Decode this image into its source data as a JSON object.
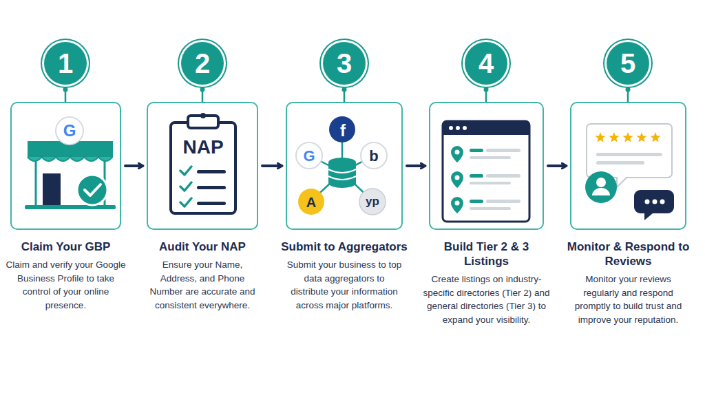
{
  "diagram": {
    "nodes": [
      {
        "text": [
          "1"
        ]
      },
      {
        "text": [
          "Claim Your GBP",
          "Claim and verify your Google Business Profile to take control of your online presence."
        ]
      },
      {
        "text": [
          "2"
        ]
      },
      {
        "text": [
          "Audit Your NAP",
          "Ensure your Name, Address, and Phone Number are accurate and consistent everywhere."
        ]
      },
      {
        "text": [
          "3"
        ]
      },
      {
        "text": [
          "Submit to Aggregators",
          "Submit your business to top data aggregators to distribute your information across major platforms."
        ]
      },
      {
        "text": [
          "4"
        ]
      },
      {
        "text": [
          "Build Tier 2 & 3 Listings",
          "Create listings on industry-specific directories (Tier 2) and general directories (Tier 3) to expand your visibility."
        ]
      },
      {
        "text": [
          "5"
        ]
      },
      {
        "text": [
          "Monitor & Respond to Reviews",
          "Monitor your reviews regularly and respond promptly to build trust and improve your reputation."
        ]
      }
    ],
    "edges": [
      {
        "from": 0,
        "to": 1,
        "arrow": "none"
      },
      {
        "from": 2,
        "to": 3,
        "arrow": "none"
      },
      {
        "from": 4,
        "to": 5,
        "arrow": "none"
      },
      {
        "from": 6,
        "to": 7,
        "arrow": "none"
      },
      {
        "from": 8,
        "to": 9,
        "arrow": "none"
      },
      {
        "from": 1,
        "to": 3,
        "arrow": "to"
      },
      {
        "from": 3,
        "to": 5,
        "arrow": "to"
      },
      {
        "from": 5,
        "to": 7,
        "arrow": "to"
      },
      {
        "from": 7,
        "to": 9,
        "arrow": "to"
      }
    ],
    "labels": [
      "G",
      "NAP",
      "f",
      "G",
      "b",
      "A",
      "yp"
    ]
  }
}
